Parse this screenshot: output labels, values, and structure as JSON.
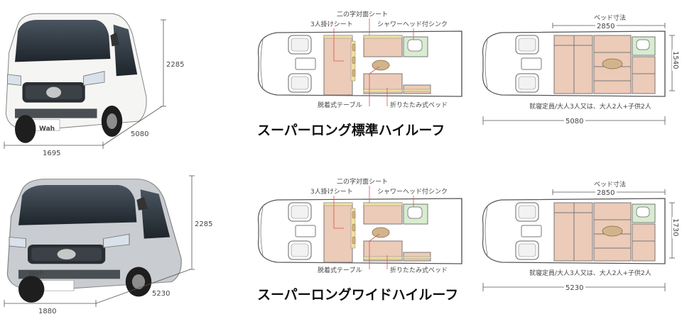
{
  "top": {
    "title": "スーパーロング標準ハイルーフ",
    "dims": {
      "height": "2285",
      "length": "5080",
      "width": "1695"
    },
    "layout_labels": {
      "seat3": "3人掛けシート",
      "facing": "二の字対面シート",
      "sink": "シャワーヘッド付シンク",
      "table": "脱着式テーブル",
      "bed": "折りたたみ式ベッド"
    },
    "bed": {
      "heading": "ベッド寸法",
      "length": "2850",
      "width": "1540",
      "capacity": "就寝定員/大人3人又は、大人2人+子供2人",
      "total_length": "5080"
    },
    "badge": "Wah"
  },
  "bottom": {
    "title": "スーパーロングワイドハイルーフ",
    "dims": {
      "height": "2285",
      "length": "5230",
      "width": "1880"
    },
    "layout_labels": {
      "seat3": "3人掛けシート",
      "facing": "二の字対面シート",
      "sink": "シャワーヘッド付シンク",
      "table": "脱着式テーブル",
      "bed": "折りたたみ式ベッド"
    },
    "bed": {
      "heading": "ベッド寸法",
      "length": "2850",
      "width": "1730",
      "capacity": "就寝定員/大人3人又は、大人2人+子供2人",
      "total_length": "5230"
    },
    "badge": "Wah"
  },
  "colors": {
    "bed_fill": "#eccbb8",
    "sink_fill": "#d8ecd0",
    "wood": "#efe0a0",
    "table_fill": "#d2b48c",
    "leader": "#d9534f",
    "van_white": "#f5f5f3",
    "van_silver": "#c9ccd0"
  }
}
